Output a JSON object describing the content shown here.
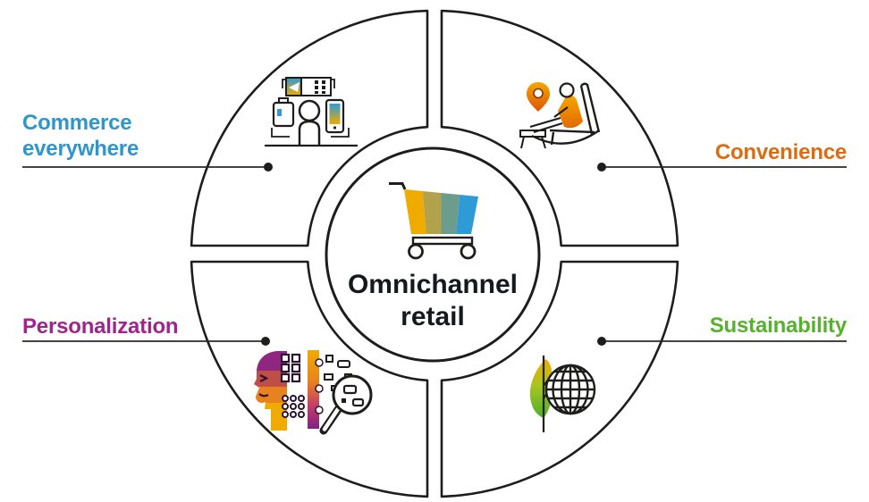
{
  "diagram": {
    "center": {
      "title": "Omnichannel retail",
      "icon": "shopping-cart-icon",
      "cart_stripe_colors": [
        "#F0AB00",
        "#B2A24C",
        "#6C9C8B",
        "#2E9BD6"
      ]
    },
    "quadrants": [
      {
        "position": "top-left",
        "label": "Commerce everywhere",
        "color": "#2D96CC",
        "icon": "multi-device-commerce-icon"
      },
      {
        "position": "top-right",
        "label": "Convenience",
        "color": "#DE6B0F",
        "icon": "person-relaxing-icon"
      },
      {
        "position": "bottom-left",
        "label": "Personalization",
        "color": "#A1248E",
        "icon": "customer-profile-analysis-icon"
      },
      {
        "position": "bottom-right",
        "label": "Sustainability",
        "color": "#56B22D",
        "icon": "leaf-globe-icon"
      }
    ]
  }
}
